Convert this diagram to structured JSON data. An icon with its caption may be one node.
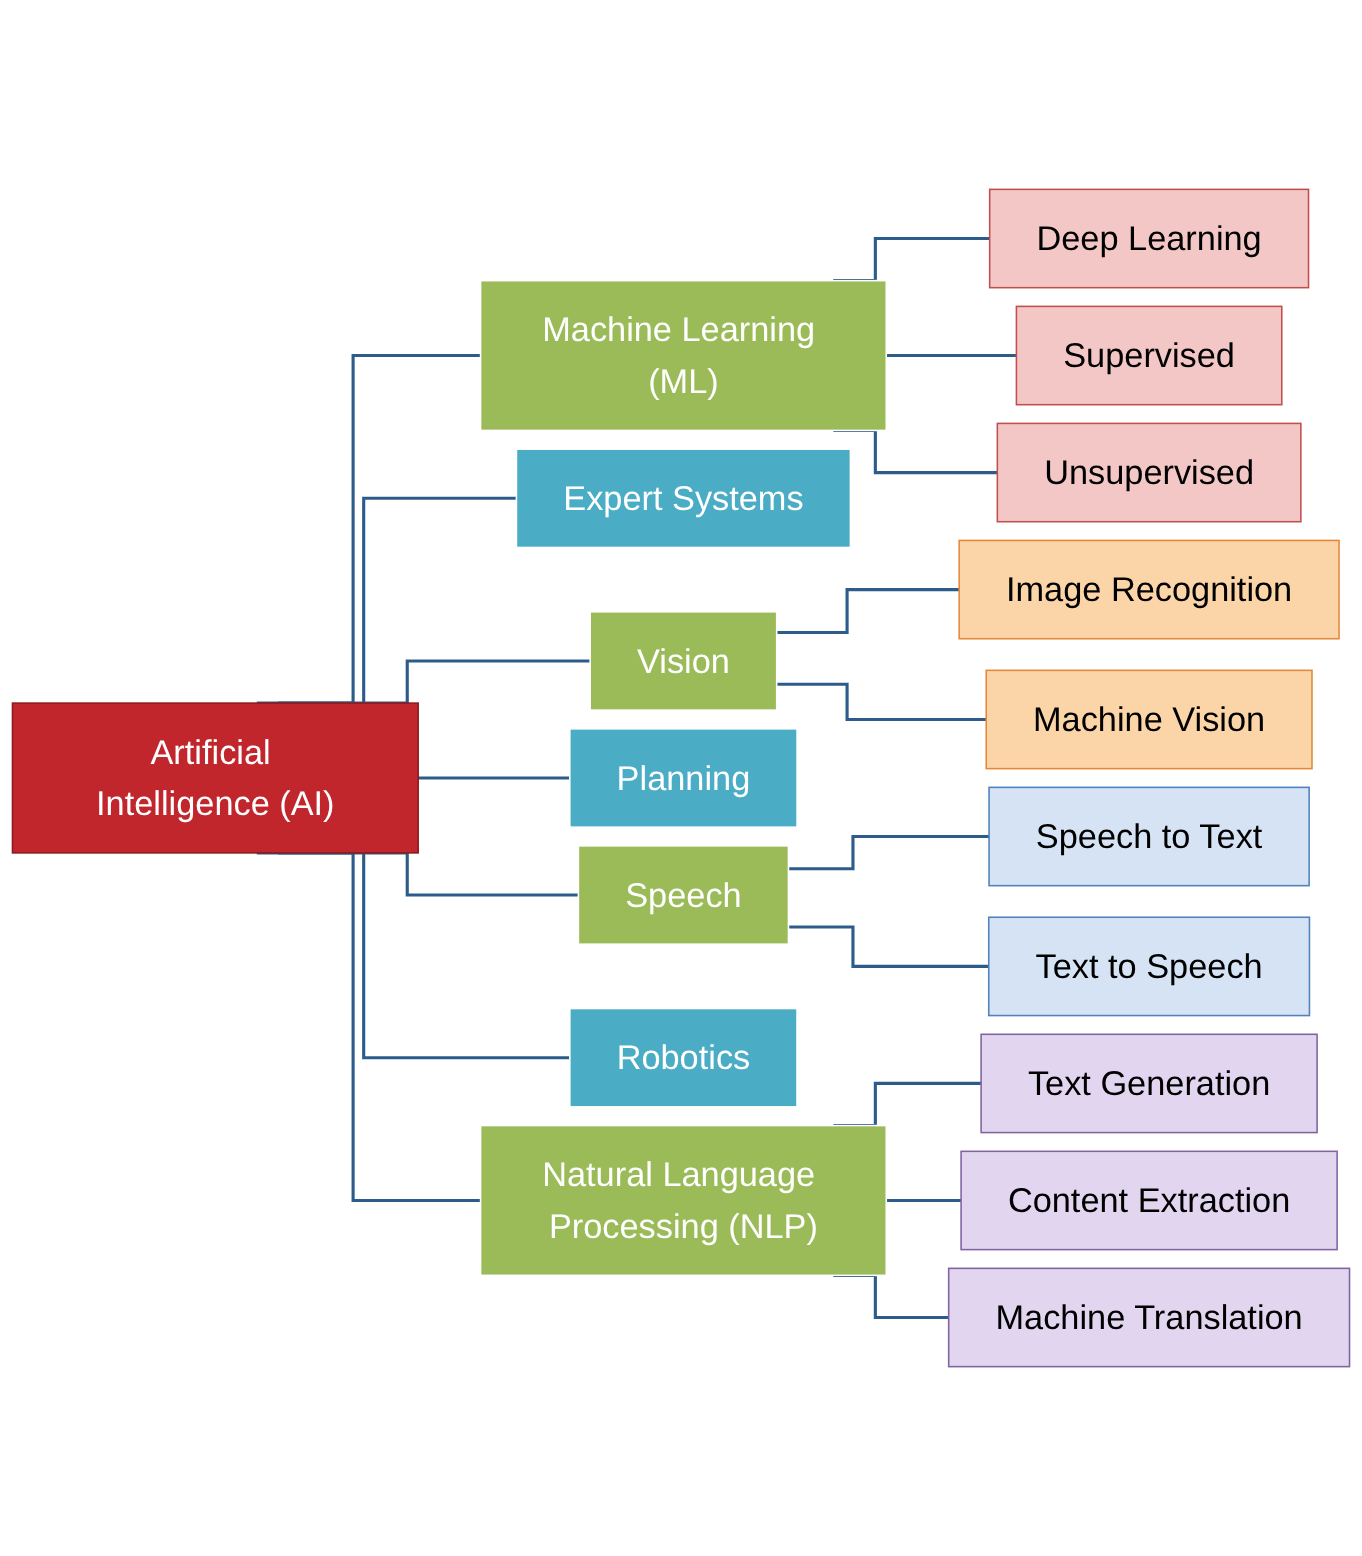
{
  "diagram": {
    "nodes": [
      {
        "text": [
          "Artificial Intelligence (AI)"
        ]
      },
      {
        "text": [
          "Machine Learning (ML)"
        ]
      },
      {
        "text": [
          "Deep Learning"
        ]
      },
      {
        "text": [
          "Supervised"
        ]
      },
      {
        "text": [
          "Unsupervised"
        ]
      },
      {
        "text": [
          "Expert Systems"
        ]
      },
      {
        "text": [
          "Vision"
        ]
      },
      {
        "text": [
          "Image Recognition"
        ]
      },
      {
        "text": [
          "Machine Vision"
        ]
      },
      {
        "text": [
          "Planning"
        ]
      },
      {
        "text": [
          "Speech"
        ]
      },
      {
        "text": [
          "Speech to Text"
        ]
      },
      {
        "text": [
          "Text to Speech"
        ]
      },
      {
        "text": [
          "Robotics"
        ]
      },
      {
        "text": [
          "Natural Language Processing (NLP)"
        ]
      },
      {
        "text": [
          "Text Generation"
        ]
      },
      {
        "text": [
          "Content Extraction"
        ]
      },
      {
        "text": [
          "Machine Translation"
        ]
      }
    ],
    "edges": [
      {
        "from": 0,
        "to": 1,
        "arrow": "none"
      },
      {
        "from": 0,
        "to": 5,
        "arrow": "none"
      },
      {
        "from": 0,
        "to": 6,
        "arrow": "none"
      },
      {
        "from": 0,
        "to": 9,
        "arrow": "none"
      },
      {
        "from": 0,
        "to": 10,
        "arrow": "none"
      },
      {
        "from": 0,
        "to": 13,
        "arrow": "none"
      },
      {
        "from": 0,
        "to": 14,
        "arrow": "none"
      },
      {
        "from": 1,
        "to": 2,
        "arrow": "none"
      },
      {
        "from": 1,
        "to": 3,
        "arrow": "none"
      },
      {
        "from": 1,
        "to": 4,
        "arrow": "none"
      },
      {
        "from": 6,
        "to": 7,
        "arrow": "none"
      },
      {
        "from": 6,
        "to": 8,
        "arrow": "none"
      },
      {
        "from": 10,
        "to": 11,
        "arrow": "none"
      },
      {
        "from": 10,
        "to": 12,
        "arrow": "none"
      },
      {
        "from": 14,
        "to": 15,
        "arrow": "none"
      },
      {
        "from": 14,
        "to": 16,
        "arrow": "none"
      },
      {
        "from": 14,
        "to": 17,
        "arrow": "none"
      }
    ]
  }
}
